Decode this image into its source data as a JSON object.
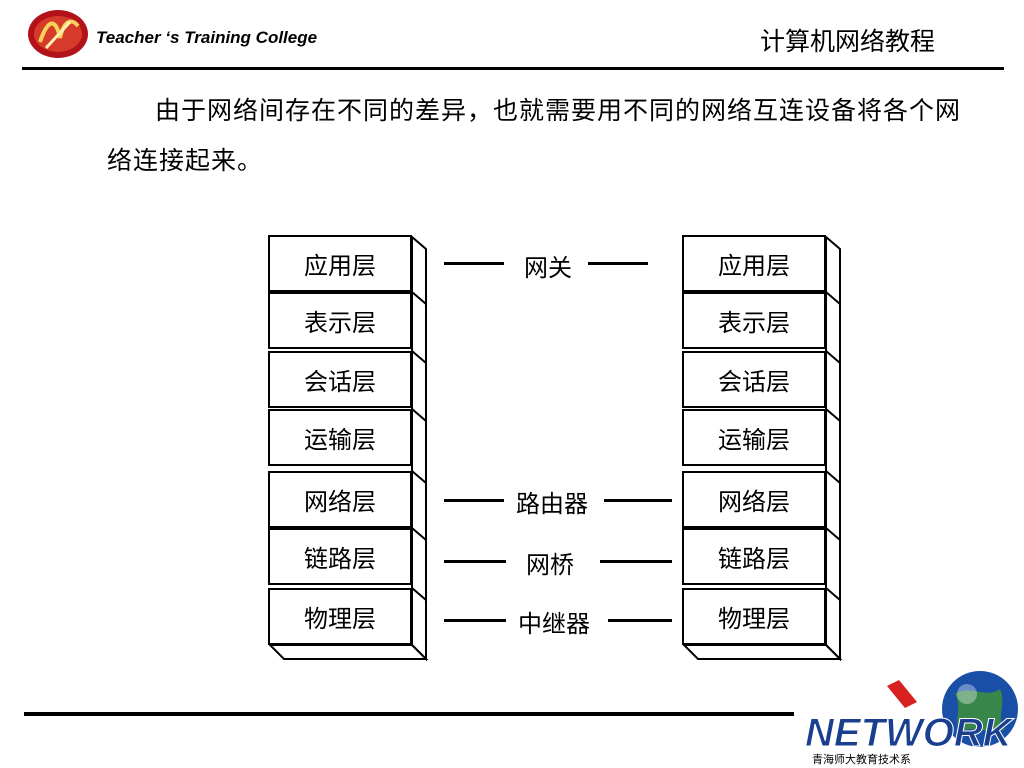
{
  "header": {
    "college_name": "Teacher ‘s Training  College",
    "course_title": "计算机网络教程"
  },
  "intro_text": "由于网络间存在不同的差异，也就需要用不同的网络互连设备将各个网络连接起来。",
  "stacks": {
    "left_layers": [
      "应用层",
      "表示层",
      "会话层",
      "运输层",
      "网络层",
      "链路层",
      "物理层"
    ],
    "right_layers": [
      "应用层",
      "表示层",
      "会话层",
      "运输层",
      "网络层",
      "链路层",
      "物理层"
    ]
  },
  "devices": {
    "gateway": "网关",
    "router": "路由器",
    "bridge": "网桥",
    "repeater": "中继器"
  },
  "footer": {
    "brand": "NETWORK",
    "department": "青海师大教育技术系"
  },
  "colors": {
    "logo_red": "#b3121a",
    "globe_blue": "#1a4fa8",
    "accent_red": "#d8201e"
  }
}
